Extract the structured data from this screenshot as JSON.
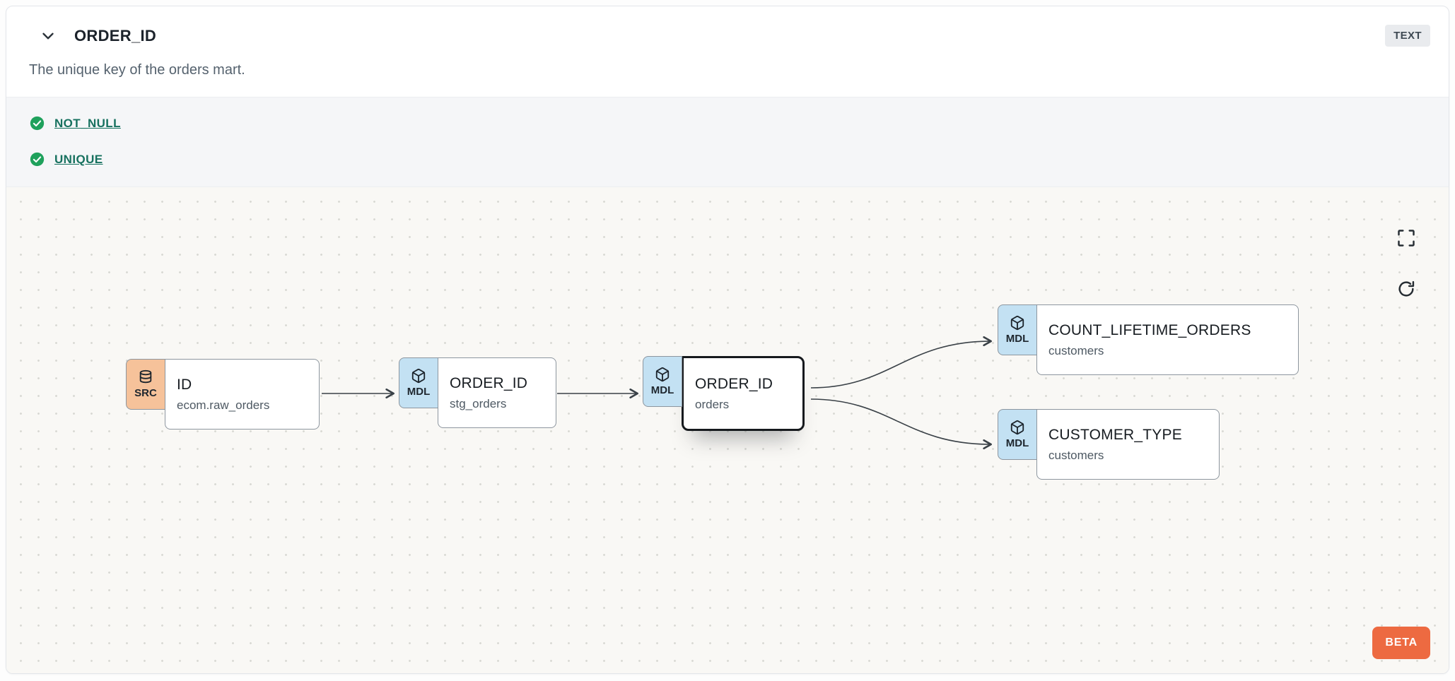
{
  "header": {
    "title": "ORDER_ID",
    "type_badge": "TEXT",
    "description": "The unique key of the orders mart."
  },
  "tests": {
    "items": [
      {
        "label": "NOT_NULL",
        "status": "pass"
      },
      {
        "label": "UNIQUE",
        "status": "pass"
      }
    ]
  },
  "lineage": {
    "nodes": [
      {
        "badge": "SRC",
        "icon": "database-icon",
        "title": "ID",
        "subtitle": "ecom.raw_orders",
        "selected": false
      },
      {
        "badge": "MDL",
        "icon": "cube-icon",
        "title": "ORDER_ID",
        "subtitle": "stg_orders",
        "selected": false
      },
      {
        "badge": "MDL",
        "icon": "cube-icon",
        "title": "ORDER_ID",
        "subtitle": "orders",
        "selected": true
      },
      {
        "badge": "MDL",
        "icon": "cube-icon",
        "title": "COUNT_LIFETIME_ORDERS",
        "subtitle": "customers",
        "selected": false
      },
      {
        "badge": "MDL",
        "icon": "cube-icon",
        "title": "CUSTOMER_TYPE",
        "subtitle": "customers",
        "selected": false
      }
    ]
  },
  "controls": {
    "beta_label": "BETA"
  },
  "colors": {
    "accent_orange": "#ED6A41",
    "src_badge_bg": "#F6C29A",
    "mdl_badge_bg": "#C3E1F3",
    "test_pass_green": "#1FA15C",
    "test_link": "#17715F",
    "selected_border": "#16191D"
  }
}
